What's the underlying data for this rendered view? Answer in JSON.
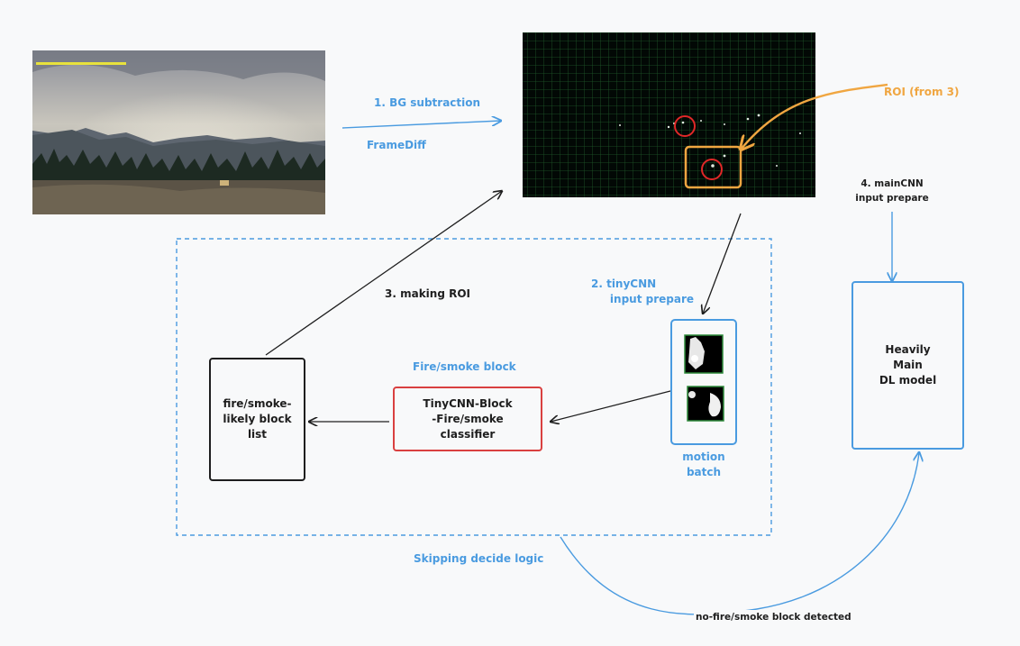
{
  "labels": {
    "bg_subtraction": "1. BG subtraction",
    "framediff": "FrameDiff",
    "roi_from_3": "ROI (from 3)",
    "maincnn_prepare_line1": "4. mainCNN",
    "maincnn_prepare_line2": "input prepare",
    "making_roi": "3. making ROI",
    "tinycnn_prepare_line1": "2. tinyCNN",
    "tinycnn_prepare_line2": "input prepare",
    "fire_smoke_block": "Fire/smoke block",
    "motion_batch_line1": "motion",
    "motion_batch_line2": "batch",
    "skipping_logic": "Skipping decide logic",
    "no_fire_detected": "no-fire/smoke block detected"
  },
  "boxes": {
    "block_list": "fire/smoke-\nlikely block\nlist",
    "tinycnn": "TinyCNN-Block\n-Fire/smoke\nclassifier",
    "main_model": "Heavily\nMain\nDL model"
  },
  "images": {
    "source_frame": "landscape-camera-frame",
    "motion_mask": "frame-difference-motion-mask",
    "motion_crop_1": "motion-block-crop",
    "motion_crop_2": "motion-block-crop"
  },
  "colors": {
    "blue": "#4a9be0",
    "orange": "#f0a641",
    "red": "#d94040",
    "dark": "#1e1e1e",
    "grid_green": "#1f5a2a"
  }
}
